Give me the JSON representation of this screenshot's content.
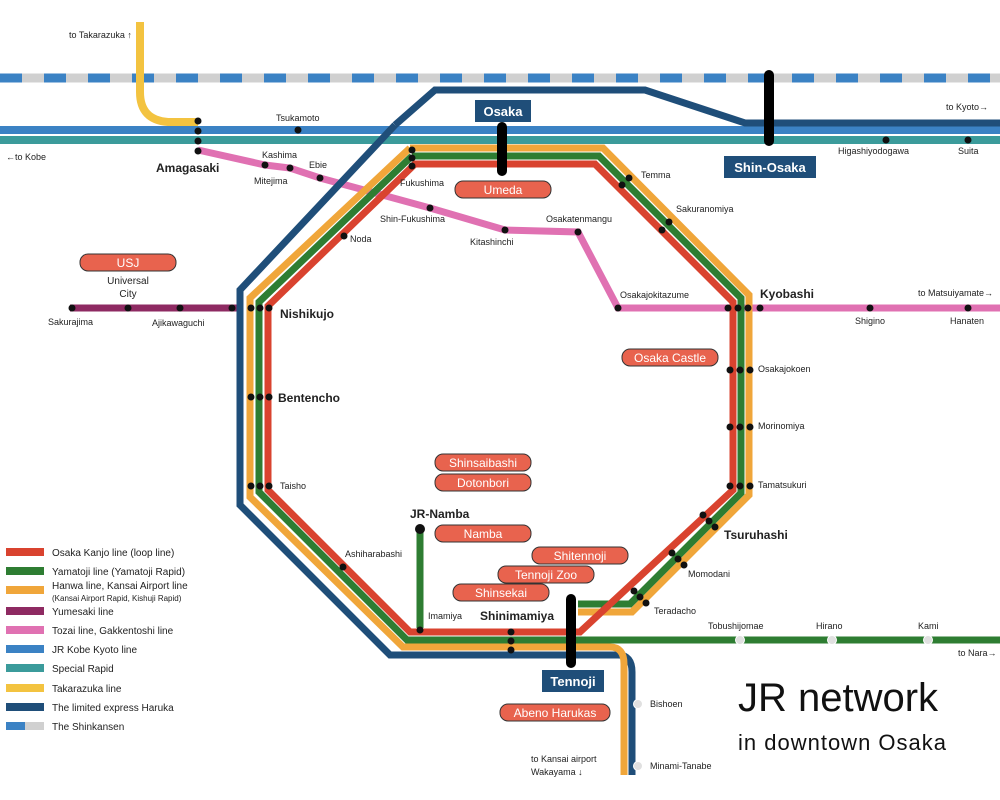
{
  "title": "JR network",
  "subtitle": "in downtown Osaka",
  "colors": {
    "kanjo": "#d9432f",
    "yamatoji": "#2e7d32",
    "hanwa": "#f0a63a",
    "yumesaki": "#8e2a62",
    "tozai": "#e071b2",
    "kobe_kyoto": "#3b82c4",
    "special_rapid": "#3b9b9b",
    "takarazuka": "#f3c340",
    "haruka": "#1f4e79",
    "shinkansen_blue": "#3b82c4",
    "shinkansen_gray": "#d0d0d0",
    "spot": "#e8634e"
  },
  "hubs": {
    "osaka": "Osaka",
    "shin_osaka": "Shin-Osaka",
    "tennoji": "Tennoji"
  },
  "spots": {
    "umeda": "Umeda",
    "usj": "USJ",
    "osaka_castle": "Osaka Castle",
    "shinsaibashi": "Shinsaibashi",
    "dotonbori": "Dotonbori",
    "namba": "Namba",
    "shitennoji": "Shitennoji",
    "tennoji_zoo": "Tennoji Zoo",
    "shinsekai": "Shinsekai",
    "abeno_harukas": "Abeno Harukas"
  },
  "stations": {
    "amagasaki": "Amagasaki",
    "tsukamoto": "Tsukamoto",
    "kashima": "Kashima",
    "mitejima": "Mitejima",
    "ebie": "Ebie",
    "fukushima": "Fukushima",
    "shin_fukushima": "Shin-Fukushima",
    "kitashinchi": "Kitashinchi",
    "osakatenmangu": "Osakatenmangu",
    "noda": "Noda",
    "temma": "Temma",
    "sakuranomiya": "Sakuranomiya",
    "kyobashi": "Kyobashi",
    "osakajokitazume": "Osakajokitazume",
    "shigino": "Shigino",
    "hanaten": "Hanaten",
    "osakajokoen": "Osakajokoen",
    "morinomiya": "Morinomiya",
    "tamatsukuri": "Tamatsukuri",
    "tsuruhashi": "Tsuruhashi",
    "momodani": "Momodani",
    "teradacho": "Teradacho",
    "nishikujo": "Nishikujo",
    "bentencho": "Bentencho",
    "taisho": "Taisho",
    "ashiharabashi": "Ashiharabashi",
    "imamiya": "Imamiya",
    "jr_namba": "JR-Namba",
    "shinimamiya": "Shinimamiya",
    "sakurajima": "Sakurajima",
    "universal_city": [
      "Universal",
      "City"
    ],
    "ajikawaguchi": "Ajikawaguchi",
    "higashiyodogawa": "Higashiyodogawa",
    "suita": "Suita",
    "tobushijomae": "Tobushijomae",
    "hirano": "Hirano",
    "kami": "Kami",
    "bishoen": "Bishoen",
    "minami_tanabe": "Minami-Tanabe"
  },
  "directions": {
    "to_takarazuka": "to Takarazuka ↑",
    "to_kobe": "←to Kobe",
    "to_kyoto": "to Kyoto→",
    "to_matsuiyamate": "to Matsuiyamate→",
    "to_nara": "to Nara→",
    "to_kansai_airport": "to Kansai airport",
    "to_wakayama": "Wakayama ↓"
  },
  "legend": [
    {
      "label": "Osaka Kanjo line (loop line)",
      "color": "#d9432f"
    },
    {
      "label": "Yamatoji line (Yamatoji Rapid)",
      "color": "#2e7d32"
    },
    {
      "label": "Hanwa line, Kansai Airport line",
      "sub": "(Kansai Airport Rapid, Kishuji Rapid)",
      "color": "#f0a63a"
    },
    {
      "label": "Yumesaki line",
      "color": "#8e2a62"
    },
    {
      "label": "Tozai line, Gakkentoshi line",
      "color": "#e071b2"
    },
    {
      "label": "JR Kobe Kyoto line",
      "color": "#3b82c4"
    },
    {
      "label": "Special Rapid",
      "color": "#3b9b9b"
    },
    {
      "label": "Takarazuka line",
      "color": "#f3c340"
    },
    {
      "label": "The limited express Haruka",
      "color": "#1f4e79"
    },
    {
      "label": "The Shinkansen",
      "color": "#3b82c4",
      "color2": "#d0d0d0"
    }
  ]
}
